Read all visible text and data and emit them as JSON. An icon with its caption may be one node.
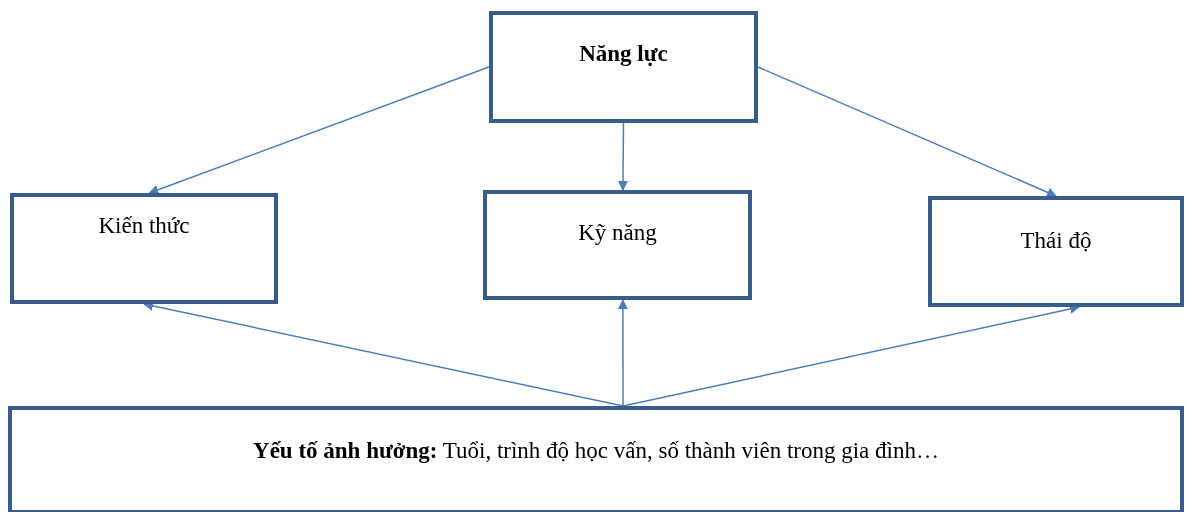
{
  "diagram": {
    "nodes": [
      {
        "text": [
          "Năng lực"
        ]
      },
      {
        "text": [
          "Kiến thức"
        ]
      },
      {
        "text": [
          "Kỹ năng"
        ]
      },
      {
        "text": [
          "Thái độ"
        ]
      },
      {
        "text": [
          "**Yếu tố ảnh hưởng:** Tuổi, trình độ học vấn, số thành viên trong gia đình…"
        ]
      }
    ],
    "edges": [
      {
        "from": 0,
        "to": 1,
        "arrow": "to"
      },
      {
        "from": 0,
        "to": 2,
        "arrow": "to"
      },
      {
        "from": 0,
        "to": 3,
        "arrow": "to"
      },
      {
        "from": 4,
        "to": 1,
        "arrow": "to"
      },
      {
        "from": 4,
        "to": 2,
        "arrow": "to"
      },
      {
        "from": 4,
        "to": 3,
        "arrow": "to"
      }
    ]
  }
}
